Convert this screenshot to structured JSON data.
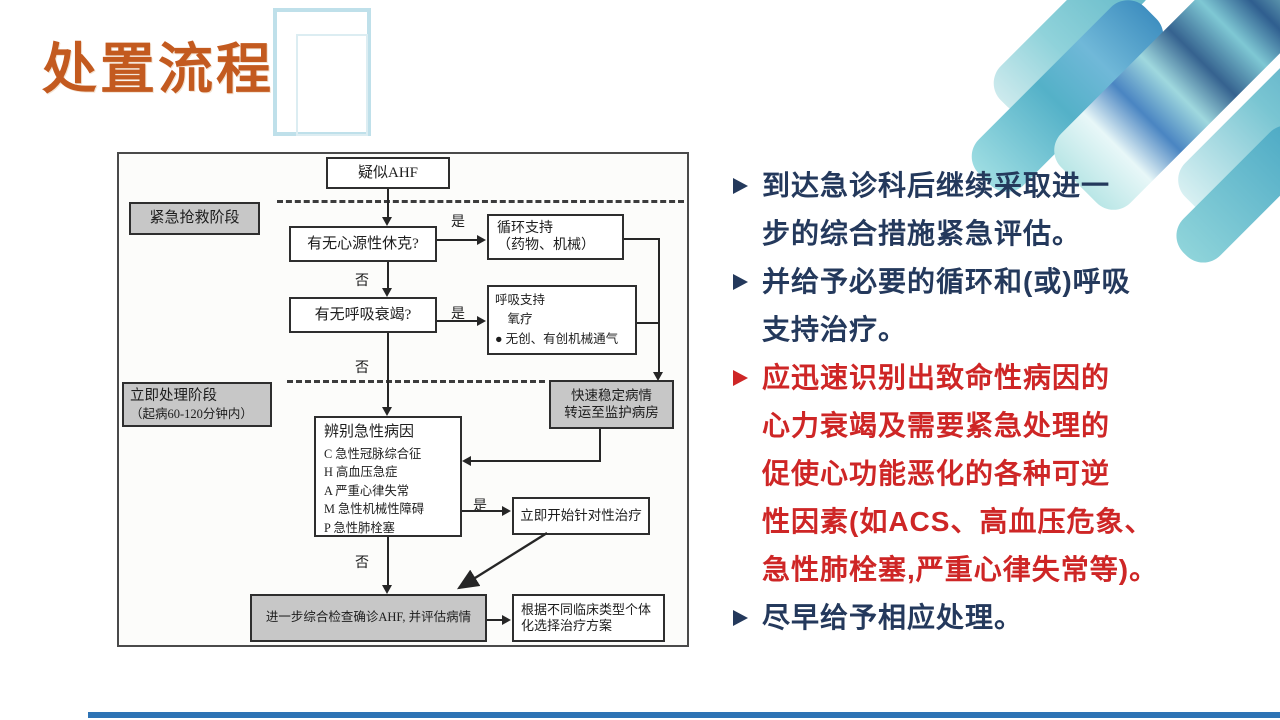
{
  "slide": {
    "title": "处置流程",
    "background": "#FFFFFF",
    "accent_orange": "#C35A1F",
    "accent_light_blue": "#BFE0EA",
    "bottom_bar_color": "#2E74B5"
  },
  "decoration": {
    "description": "hospital-corridor-photo-diagonal-stripes",
    "palette": [
      "#9EDDE2",
      "#5FB6C6",
      "#4A85C2",
      "#E8F7F8",
      "#35628F"
    ]
  },
  "flowchart": {
    "gray_fill": "#C7C7C7",
    "labels": {
      "yes": "是",
      "no": "否"
    },
    "nodes": {
      "suspected": "疑似AHF",
      "stage1": "紧急抢救阶段",
      "q_shock": "有无心源性休克?",
      "circulation": "循环支持\n（药物、机械）",
      "q_resp": "有无呼吸衰竭?",
      "respiratory": "呼吸支持\n　氧疗\n● 无创、有创机械通气",
      "stage2_line1": "立即处理阶段",
      "stage2_line2": "（起病60-120分钟内）",
      "stabilize": "快速稳定病情\n转运至监护病房",
      "etiology_title": "辨别急性病因",
      "etiology_items": [
        "C 急性冠脉综合征",
        "H 高血压急症",
        "A 严重心律失常",
        "M 急性机械性障碍",
        "P 急性肺栓塞"
      ],
      "treat": "立即开始针对性治疗",
      "confirm": "进一步综合检查确诊AHF, 并评估病情",
      "plan": "根据不同临床类型个体\n化选择治疗方案"
    }
  },
  "bullets": {
    "items": [
      {
        "text": "到达急诊科后继续采取进一\n步的综合措施紧急评估。",
        "color": "#24395C"
      },
      {
        "text": "并给予必要的循环和(或)呼吸\n支持治疗。",
        "color": "#24395C"
      },
      {
        "text": "应迅速识别出致命性病因的\n心力衰竭及需要紧急处理的\n促使心功能恶化的各种可逆\n性因素(如ACS、高血压危象、\n急性肺栓塞,严重心律失常等)。",
        "color": "#CE2626"
      },
      {
        "text": "尽早给予相应处理。",
        "color": "#24395C"
      }
    ]
  }
}
